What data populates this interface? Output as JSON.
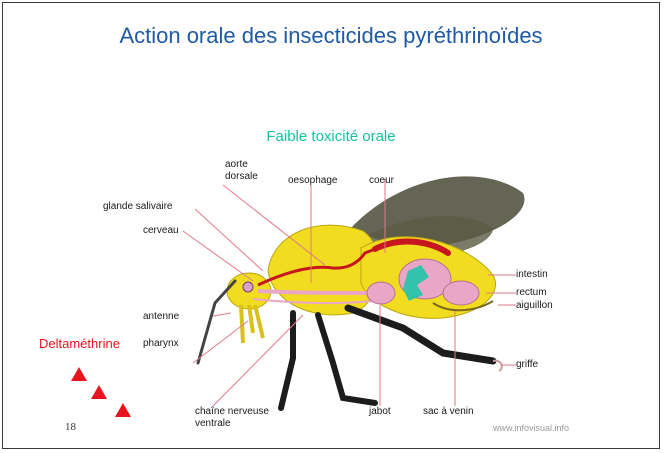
{
  "slide": {
    "title": "Action orale des insecticides pyréthrinoïdes",
    "subtitle": "Faible toxicité orale",
    "side_label": "Deltaméthrine",
    "page_number": "18",
    "watermark": "www.infovisual.info"
  },
  "diagram": {
    "labels": {
      "aorte": "aorte\ndorsale",
      "oesophage": "oesophage",
      "coeur": "coeur",
      "glande": "glande salivaire",
      "cerveau": "cerveau",
      "antenne": "antenne",
      "pharynx": "pharynx",
      "chaine": "chaîne nerveuse\nventrale",
      "jabot": "jabot",
      "sac": "sac à venin",
      "intestin": "intestin",
      "rectum": "rectum",
      "aiguillon": "aiguillon",
      "griffe": "griffe"
    }
  },
  "colors": {
    "title": "#1f5aa6",
    "subtitle": "#16c2a0",
    "marker": "#e8141e",
    "body_yellow": "#f2dc20",
    "organ_red": "#c8161e",
    "digest_pink": "#e9a6c6",
    "highlight_teal": "#1fc7a8"
  }
}
